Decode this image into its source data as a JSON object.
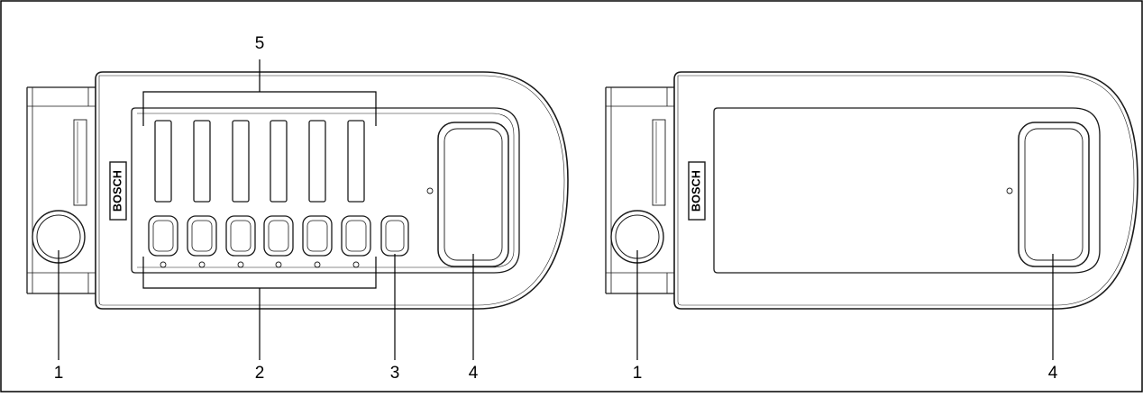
{
  "brand": {
    "logo_text": "BOSCH"
  },
  "callouts": {
    "left": {
      "label_1": "1",
      "label_2": "2",
      "label_3": "3",
      "label_4": "4",
      "label_5": "5"
    },
    "right": {
      "label_1": "1",
      "label_4": "4"
    }
  },
  "devices": {
    "left": {
      "selector_keys": 6,
      "extra_keys": 1
    },
    "right": {
      "selector_keys": 0,
      "extra_keys": 0
    }
  },
  "colors": {
    "line": "#1a1a1a",
    "background": "#ffffff"
  }
}
